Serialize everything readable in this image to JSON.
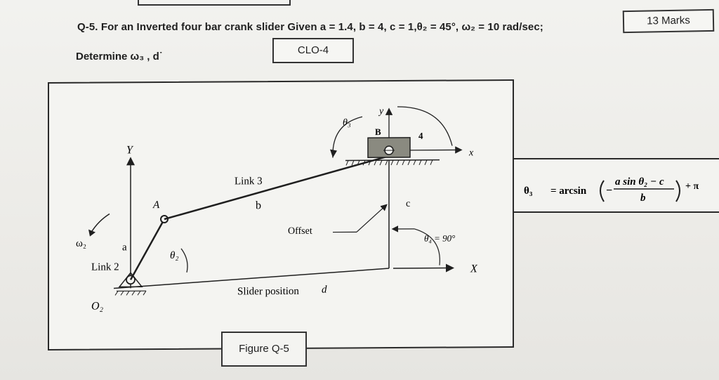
{
  "question": {
    "number": "Q-5.",
    "text": "For an Inverted four bar crank slider Given",
    "given": "a = 1.4, b = 4, c = 1,θ₂ = 45°, ω₂ = 10 rad/sec;",
    "determine": "Determine ω₃ , d˙"
  },
  "marks": "13 Marks",
  "clo": "CLO-4",
  "figure": {
    "caption": "Figure Q-5",
    "labels": {
      "Y_axis": "Y",
      "X_axis": "X",
      "y_small": "y",
      "x_small": "x",
      "A": "A",
      "B": "B",
      "a": "a",
      "b": "b",
      "c": "c",
      "four": "4",
      "link2": "Link 2",
      "link3": "Link 3",
      "omega2": "ω₂",
      "theta2": "θ₂",
      "theta3": "θ₃",
      "theta4": "θ₄ = 90°",
      "O2": "O₂",
      "offset": "Offset",
      "slider_position": "Slider position",
      "d": "d"
    }
  },
  "equation": {
    "lhs": "θ₃",
    "eq": "= arcsin",
    "numerator": "a sin θ₂ − c",
    "denominator": "b",
    "minus": "−",
    "plus_pi": "+ π"
  },
  "colors": {
    "ink": "#1f1f1f",
    "paper": "#f4f4f1",
    "slider_fill": "#7a7a72"
  }
}
